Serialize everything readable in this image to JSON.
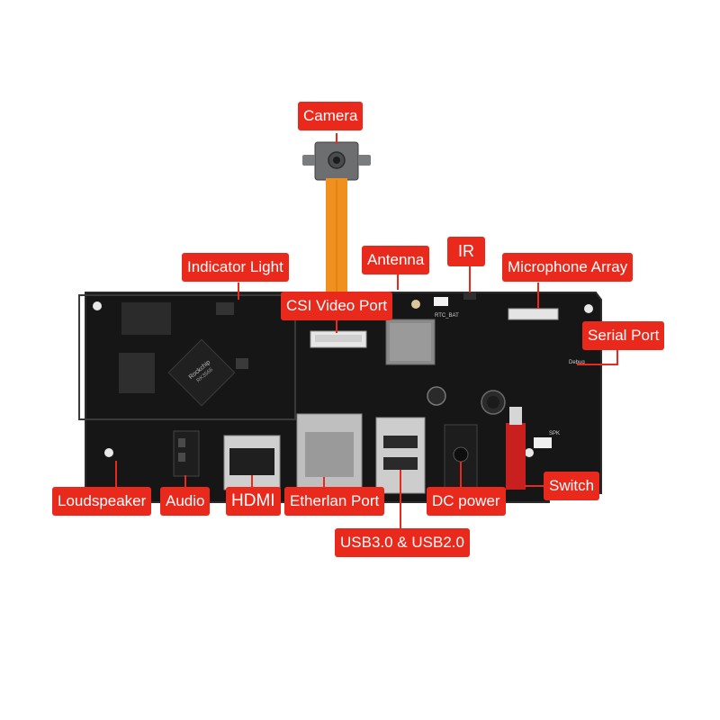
{
  "labels": {
    "camera": "Camera",
    "indicator_light": "Indicator Light",
    "antenna": "Antenna",
    "ir": "IR",
    "microphone_array": "Microphone Array",
    "csi_video_port": "CSI Video Port",
    "serial_port": "Serial Port",
    "switch": "Switch",
    "loudspeaker": "Loudspeaker",
    "audio": "Audio",
    "hdmi": "HDMI",
    "etherlan_port": "Etherlan Port",
    "dc_power": "DC power",
    "usb": "USB3.0 & USB2.0"
  },
  "board_markings": {
    "soc_brand": "Rockchip",
    "soc_model": "RK3566",
    "rtc": "RTC_BAT",
    "debug": "Debug",
    "spk": "SPK"
  },
  "colors": {
    "callout": "#e8291c",
    "callout_text": "#ffffff",
    "leader_line": "#e8291c",
    "board": "#161616",
    "flex_cable": "#f0901e"
  }
}
